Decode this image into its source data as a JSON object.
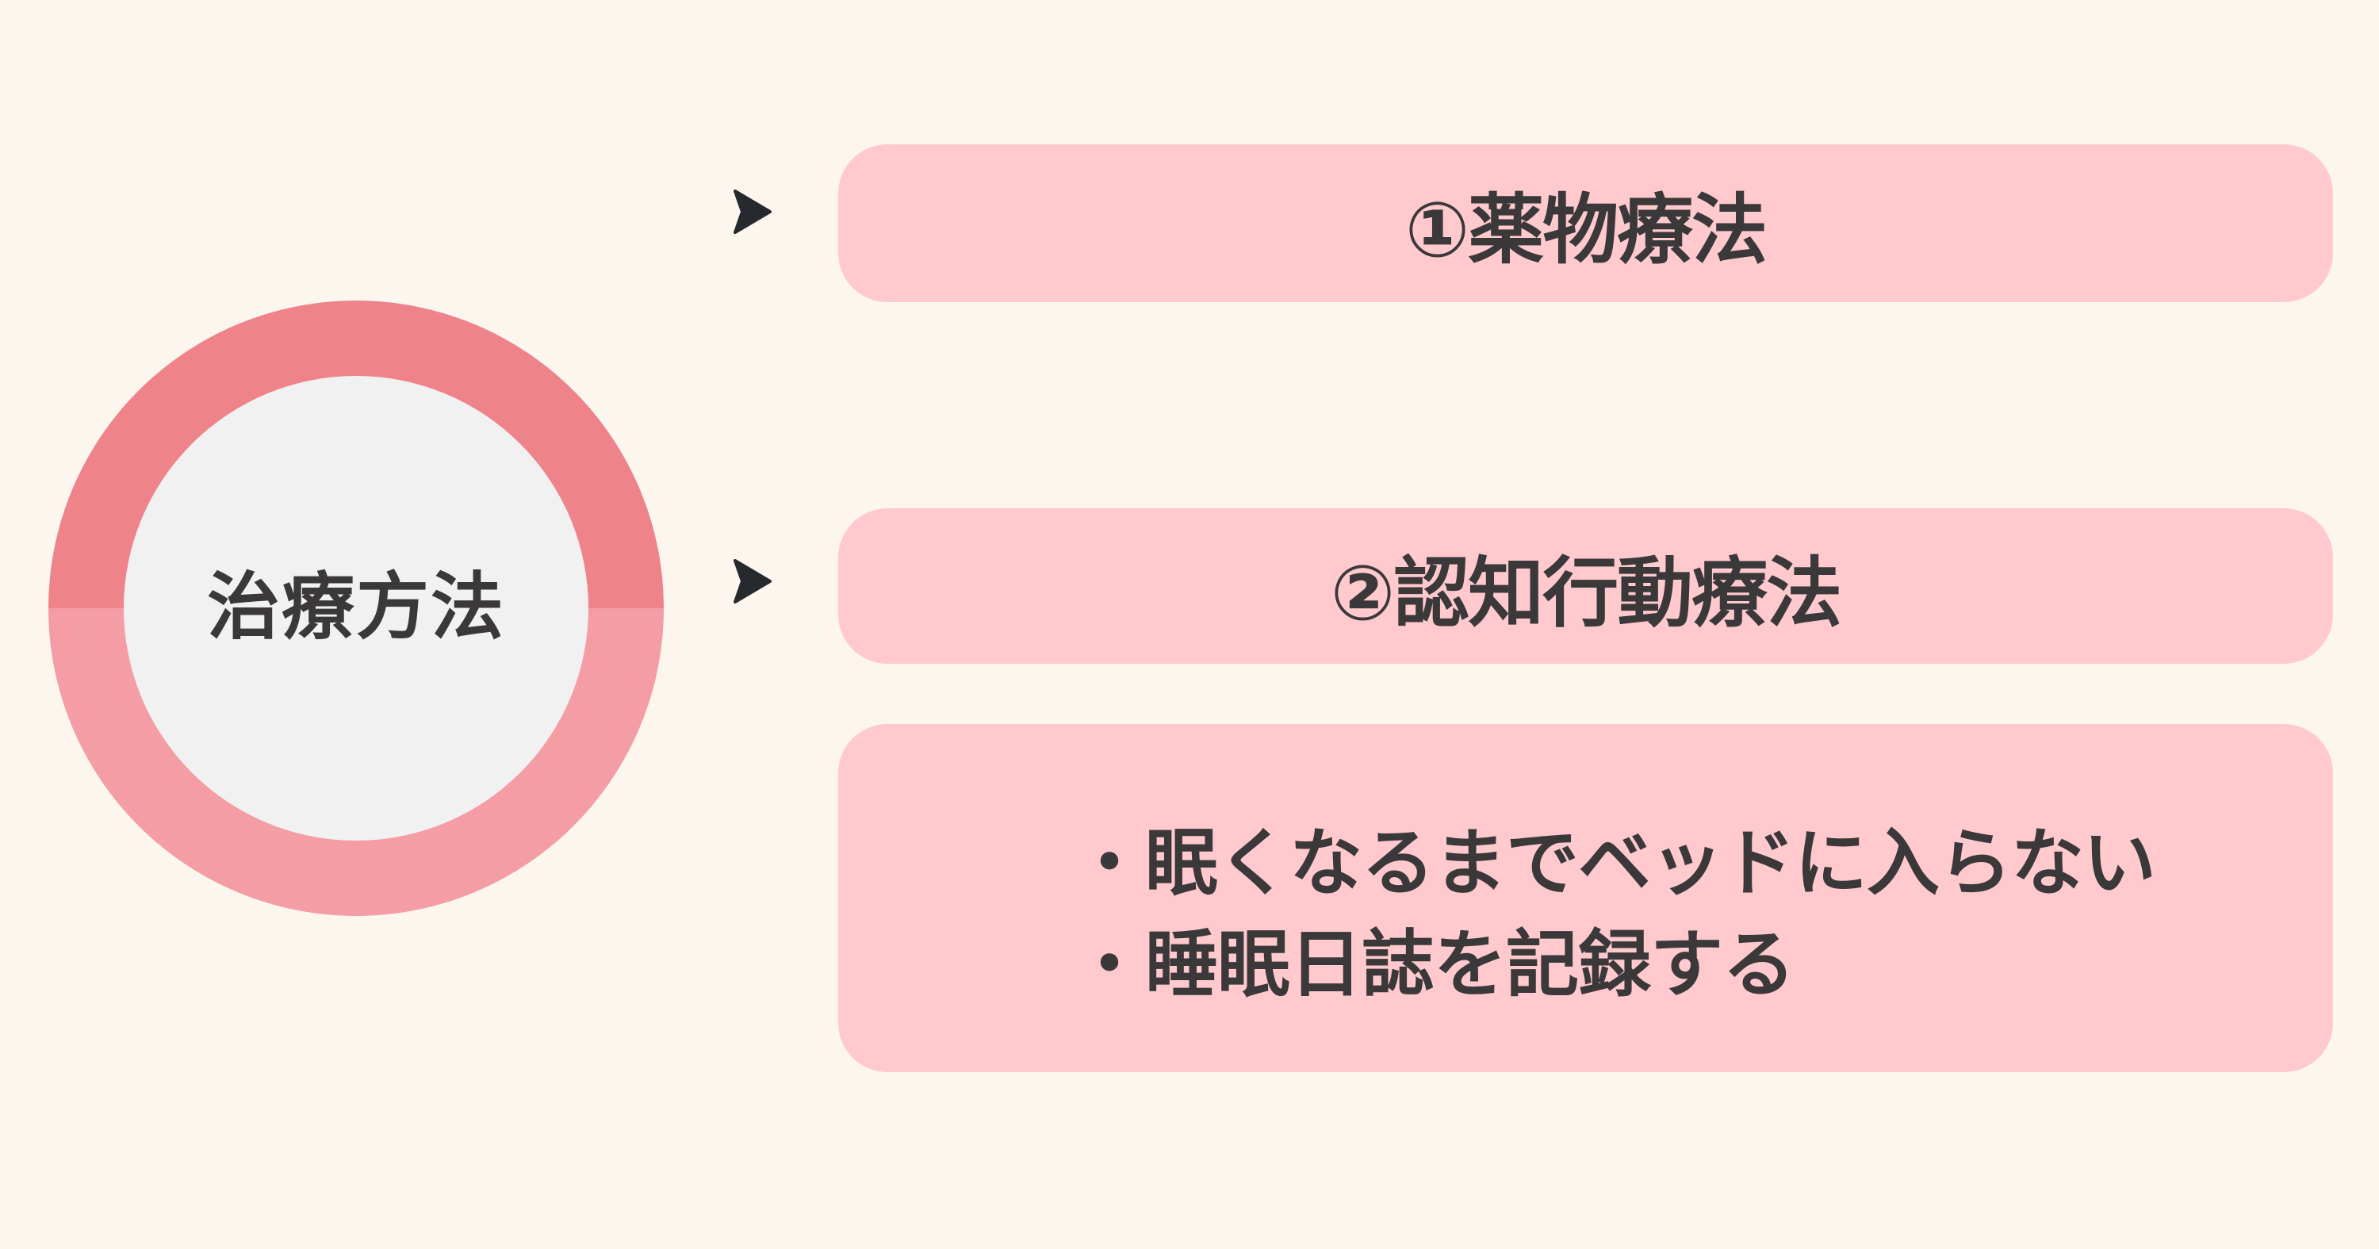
{
  "colors": {
    "background": "#FDF6EF",
    "panel_pink": "#FFC9CE",
    "ring_top": "#EF838A",
    "ring_bottom": "#F49DA4",
    "circle_fill": "#F2F1F2",
    "text": "#3B3839",
    "arrow": "#26292E"
  },
  "center_circle": {
    "label": "治療方法"
  },
  "items": [
    {
      "label": "①薬物療法"
    },
    {
      "label": "②認知行動療法"
    }
  ],
  "detail_box": {
    "lines": [
      "・眠くなるまでベッドに入らない",
      "・睡眠日誌を記録する"
    ]
  }
}
